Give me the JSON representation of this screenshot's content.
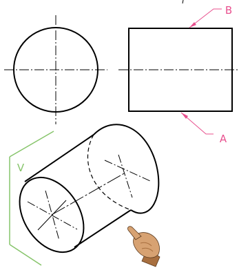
{
  "colors": {
    "outline": "#000000",
    "centerline": "#000000",
    "leader": "#e8508e",
    "projection_plane": "#86c46a",
    "hand_skin": "#d7a272",
    "hand_shade": "#a86f3f",
    "hand_outline": "#5a3a1e"
  },
  "labels": {
    "top_right": "B",
    "bottom_right": "A",
    "plane": "V"
  },
  "icons": {
    "pointer": "pointing-hand-icon"
  }
}
